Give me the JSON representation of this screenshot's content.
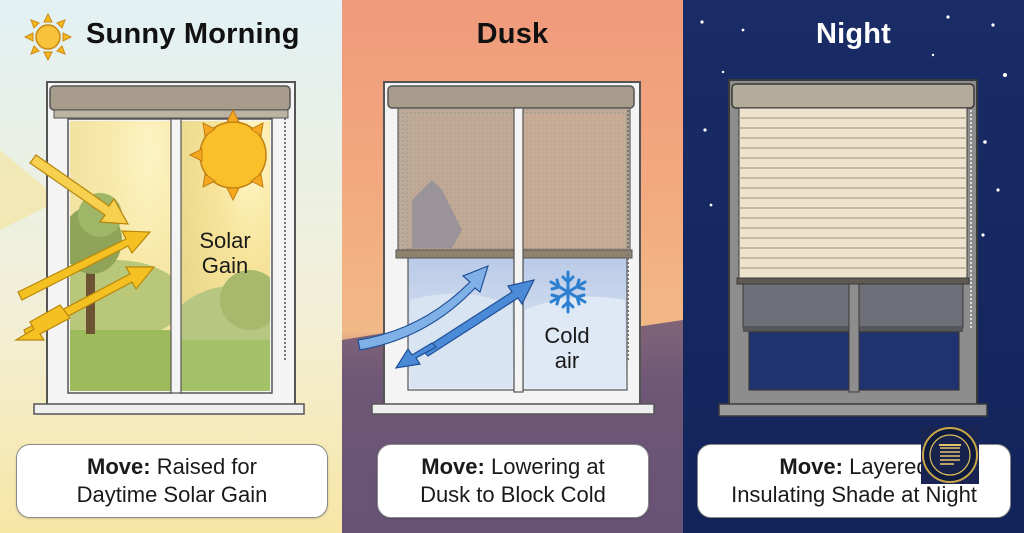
{
  "panels": [
    {
      "title": "Sunny Morning",
      "overlay_lines": [
        "Solar",
        "Gain"
      ],
      "caption_strong": "Move:",
      "caption_rest": "Raised for",
      "caption_line2": "Daytime Solar Gain"
    },
    {
      "title": "Dusk",
      "overlay_lines": [
        "Cold",
        "air"
      ],
      "caption_strong": "Move:",
      "caption_rest": "Lowering at",
      "caption_line2": "Dusk to Block Cold"
    },
    {
      "title": "Night",
      "caption_strong": "Move:",
      "caption_rest": "Layered",
      "caption_line2": "Insulating Shade at Night"
    }
  ],
  "icons": {
    "sun": "sun-icon",
    "snowflake": "snowflake-icon",
    "stars": "star-icon",
    "badge": "shade-badge-icon"
  },
  "colors": {
    "morning_sky": "#e4f1f3",
    "morning_glow": "#f8e08a",
    "dusk_sky": "#f2a07e",
    "night_sky": "#1b2f6b",
    "arrow_warm": "#f4c022",
    "arrow_cold": "#3f86d6",
    "frame": "#f3f3f3",
    "shade": "#b5a995"
  }
}
